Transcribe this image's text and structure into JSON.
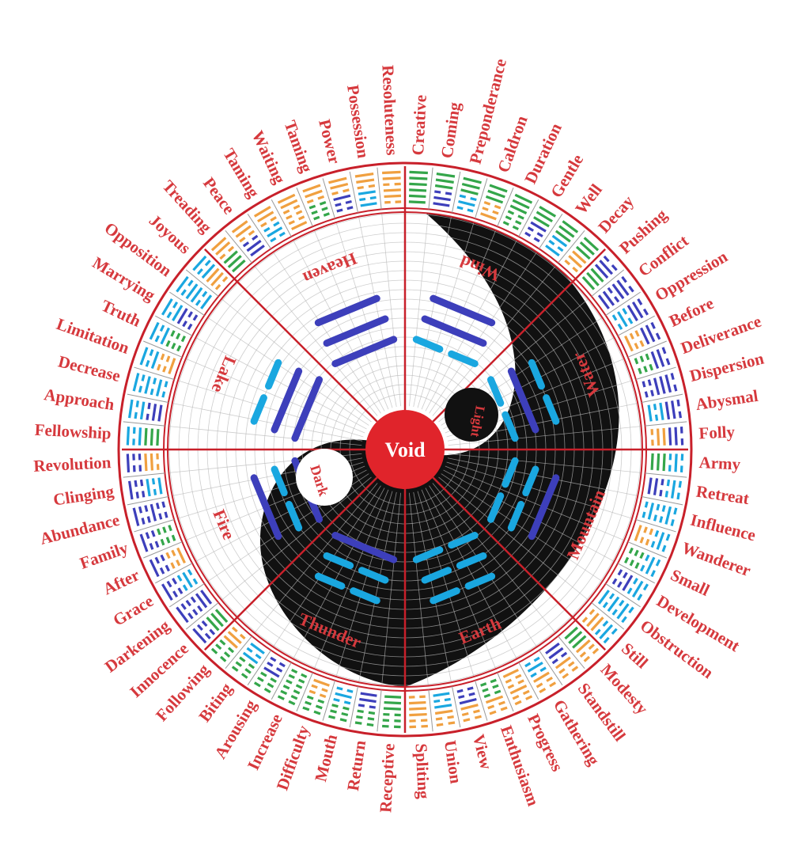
{
  "colors": {
    "red": "#d6393d",
    "line_red": "#c8202a",
    "navy": "#3d3fbb",
    "cyan": "#1aa7e0",
    "green": "#34a64a",
    "orange": "#f0a040",
    "black": "#111111",
    "grid": "#b8b8b8"
  },
  "center": {
    "label": "Void"
  },
  "light_dot": {
    "label": "Light"
  },
  "dark_dot": {
    "label": "Dark"
  },
  "trigrams": [
    {
      "name": "Heaven",
      "lines": [
        "yang",
        "yang",
        "yang"
      ]
    },
    {
      "name": "Wind",
      "lines": [
        "yang",
        "yang",
        "yin"
      ]
    },
    {
      "name": "Water",
      "lines": [
        "yin",
        "yang",
        "yin"
      ]
    },
    {
      "name": "Mountain",
      "lines": [
        "yang",
        "yin",
        "yin"
      ]
    },
    {
      "name": "Earth",
      "lines": [
        "yin",
        "yin",
        "yin"
      ]
    },
    {
      "name": "Thunder",
      "lines": [
        "yin",
        "yin",
        "yang"
      ]
    },
    {
      "name": "Fire",
      "lines": [
        "yang",
        "yin",
        "yang"
      ]
    },
    {
      "name": "Lake",
      "lines": [
        "yin",
        "yang",
        "yang"
      ]
    }
  ],
  "hexagrams": [
    "Creative",
    "Coming",
    "Preponderance",
    "Caldron",
    "Duration",
    "Gentle",
    "Well",
    "Decay",
    "Pushing",
    "Conflict",
    "Oppression",
    "Before",
    "Deliverance",
    "Dispersion",
    "Abysmal",
    "Folly",
    "Army",
    "Retreat",
    "Influence",
    "Wanderer",
    "Small",
    "Development",
    "Obstruction",
    "Still",
    "Modesty",
    "Standstill",
    "Gathering",
    "Progress",
    "Enthusiasm",
    "View",
    "Union",
    "Spliting",
    "Receptive",
    "Return",
    "Mouth",
    "Difficulty",
    "Increase",
    "Arousing",
    "Biting",
    "Following",
    "Innocence",
    "Darkening",
    "Grace",
    "After",
    "Family",
    "Abundance",
    "Clinging",
    "Revolution",
    "Fellowship",
    "Approach",
    "Decrease",
    "Limitation",
    "Truth",
    "Marrying",
    "Opposition",
    "Joyous",
    "Treading",
    "Peace",
    "Taming",
    "Waiting",
    "Taming",
    "Power",
    "Possession",
    "Resoluteness"
  ]
}
